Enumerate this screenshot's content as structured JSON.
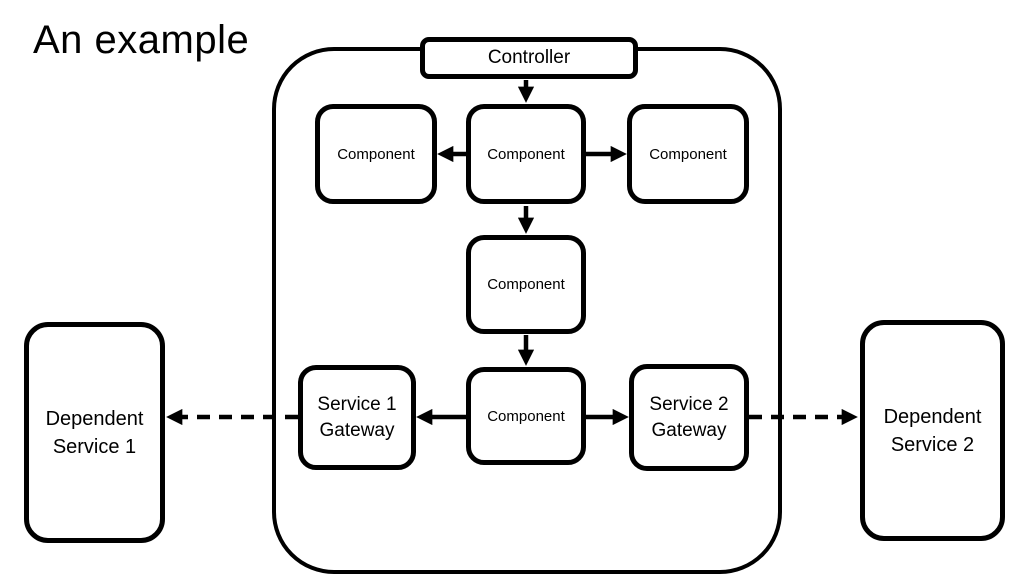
{
  "title": "An example",
  "colors": {
    "background": "#ffffff",
    "fill": "#ffffff",
    "stroke": "#000000",
    "text": "#000000"
  },
  "nodes": {
    "controller": {
      "label": "Controller"
    },
    "component_top_left": {
      "label": "Component"
    },
    "component_top_center": {
      "label": "Component"
    },
    "component_top_right": {
      "label": "Component"
    },
    "component_middle": {
      "label": "Component"
    },
    "component_bottom": {
      "label": "Component"
    },
    "service1_gateway": {
      "label": "Service 1\nGateway"
    },
    "service2_gateway": {
      "label": "Service 2\nGateway"
    },
    "dependent_service1": {
      "label": "Dependent\nService 1"
    },
    "dependent_service2": {
      "label": "Dependent\nService 2"
    }
  },
  "edges": [
    {
      "from": "controller",
      "to": "component_top_center",
      "style": "solid"
    },
    {
      "from": "component_top_center",
      "to": "component_top_left",
      "style": "solid"
    },
    {
      "from": "component_top_center",
      "to": "component_top_right",
      "style": "solid"
    },
    {
      "from": "component_top_center",
      "to": "component_middle",
      "style": "solid"
    },
    {
      "from": "component_middle",
      "to": "component_bottom",
      "style": "solid"
    },
    {
      "from": "component_bottom",
      "to": "service1_gateway",
      "style": "solid"
    },
    {
      "from": "component_bottom",
      "to": "service2_gateway",
      "style": "solid"
    },
    {
      "from": "service1_gateway",
      "to": "dependent_service1",
      "style": "dashed"
    },
    {
      "from": "service2_gateway",
      "to": "dependent_service2",
      "style": "dashed"
    }
  ]
}
